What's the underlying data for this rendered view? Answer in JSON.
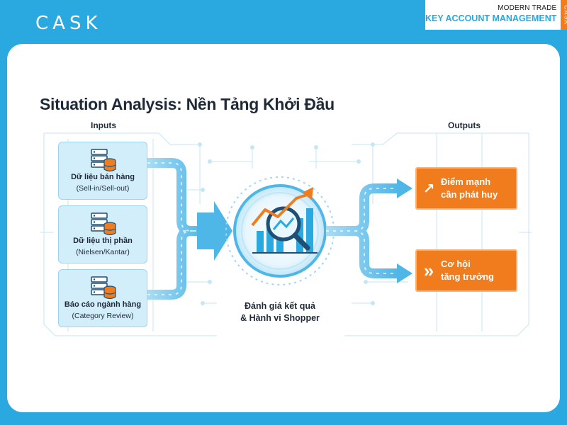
{
  "header": {
    "logo": "CASK",
    "badge_line1": "MODERN TRADE",
    "badge_line2": "KEY ACCOUNT MANAGEMENT",
    "badge_side": "CASK"
  },
  "title": "Situation Analysis: Nền Tảng Khởi Đầu",
  "inputs_label": "Inputs",
  "outputs_label": "Outputs",
  "inputs": [
    {
      "title": "Dữ liệu bán hàng",
      "sub": "(Sell-in/Sell-out)",
      "icon": "database-server-icon"
    },
    {
      "title": "Dữ liệu thị phần",
      "sub": "(Nielsen/Kantar)",
      "icon": "database-server-icon"
    },
    {
      "title": "Báo cáo ngành hàng",
      "sub": "(Category Review)",
      "icon": "database-server-icon"
    }
  ],
  "center": {
    "line1": "Đánh giá kết quả",
    "line2": "& Hành vi Shopper",
    "icon": "chart-magnifier-icon"
  },
  "outputs": [
    {
      "line1": "Điểm mạnh",
      "line2": "cần phát huy",
      "icon": "trend-arrow-icon",
      "glyph": "↗"
    },
    {
      "line1": "Cơ hội",
      "line2": "tăng trưởng",
      "icon": "double-chevron-icon",
      "glyph": "»"
    }
  ],
  "colors": {
    "brand_blue": "#2aa8e0",
    "accent_orange": "#f07c1e",
    "flow_blue": "#6cc4ee",
    "text_dark": "#1f2a38"
  }
}
